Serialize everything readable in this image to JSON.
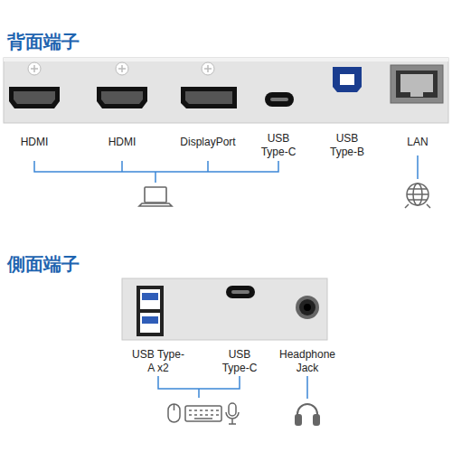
{
  "diagram": {
    "labels": [
      "背面端子",
      "HDMI",
      "HDMI",
      "DisplayPort",
      "USB Type-C",
      "USB Type-B",
      "LAN",
      "側面端子",
      "USB Type-A x2",
      "USB Type-C",
      "Headphone Jack"
    ]
  }
}
